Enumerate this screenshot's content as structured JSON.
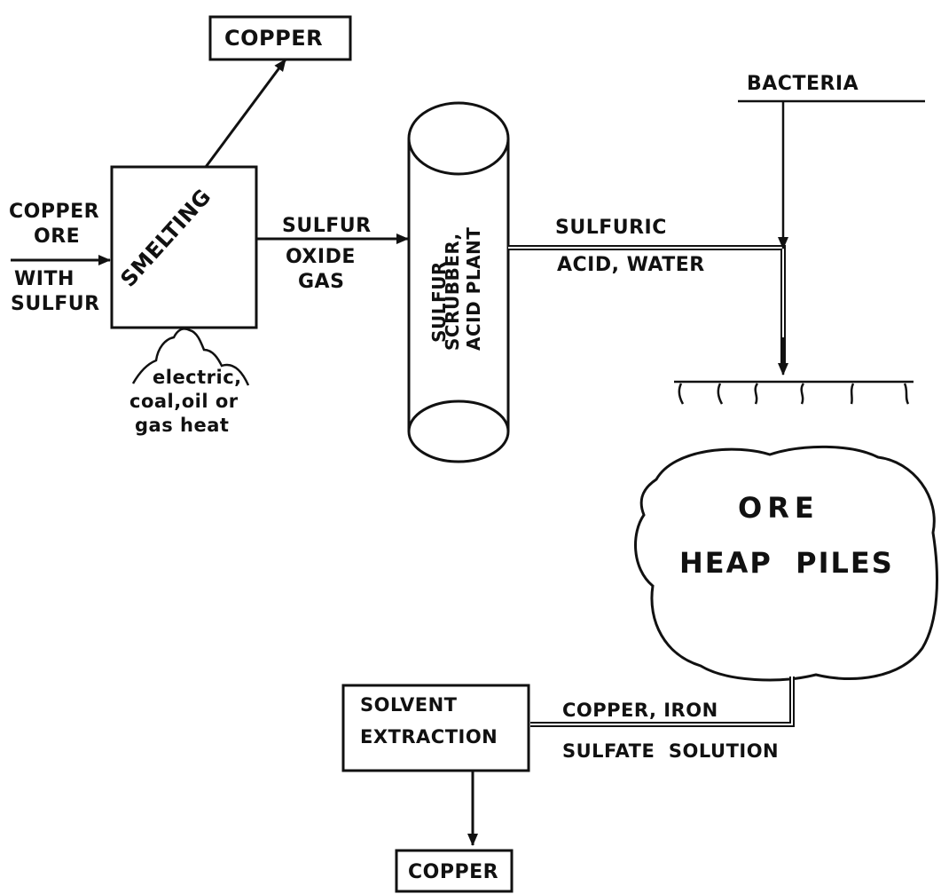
{
  "inputs": {
    "copper_ore_line1": "COPPER",
    "copper_ore_line2": "ORE",
    "with_sulfur_line1": "WITH",
    "with_sulfur_line2": "SULFUR"
  },
  "smelting": {
    "label": "SMELTING",
    "heat_line1": "electric,",
    "heat_line2": "coal,oil or",
    "heat_line3": "gas heat"
  },
  "copper_top": {
    "label": "COPPER"
  },
  "sulfur_oxide": {
    "line1": "SULFUR",
    "line2": "OXIDE",
    "line3": "GAS"
  },
  "scrubber": {
    "line1": "SULFUR",
    "line2": "SCRUBBER,",
    "line3": "ACID PLANT"
  },
  "sulfuric": {
    "line1": "SULFURIC",
    "line2": "ACID, WATER"
  },
  "bacteria": {
    "label": "BACTERIA"
  },
  "heap": {
    "line1": "ORE",
    "line2": "HEAP  PILES"
  },
  "solution": {
    "line1": "COPPER, IRON",
    "line2": "SULFATE  SOLUTION"
  },
  "solvent": {
    "line1": "SOLVENT",
    "line2": "EXTRACTION"
  },
  "copper_bottom": {
    "label": "COPPER"
  }
}
